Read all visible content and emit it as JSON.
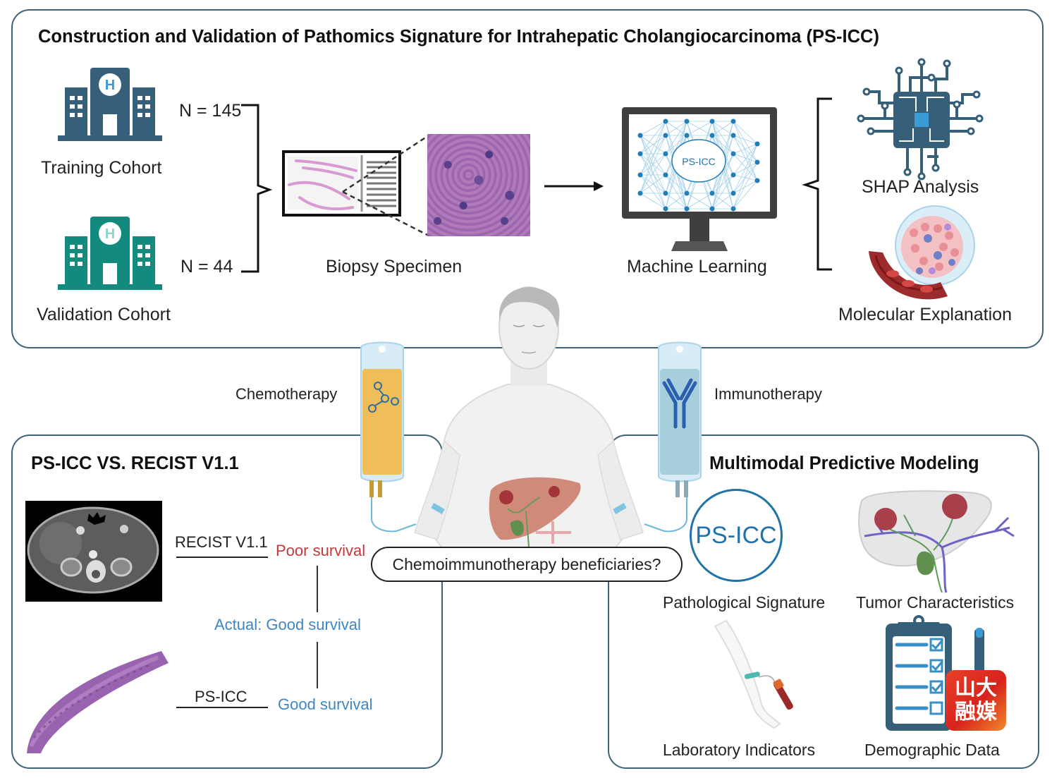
{
  "top_panel": {
    "title": "Construction and Validation of Pathomics Signature for Intrahepatic Cholangiocarcinoma (PS-ICC)",
    "training": {
      "label": "Training Cohort",
      "n": "N = 145",
      "icon_letter": "H"
    },
    "validation": {
      "label": "Validation Cohort",
      "n": "N = 44",
      "icon_letter": "H"
    },
    "biopsy_label": "Biopsy Specimen",
    "ml_label": "Machine Learning",
    "ml_screen_text": "PS-ICC",
    "shap_label": "SHAP Analysis",
    "molecular_label": "Molecular Explanation"
  },
  "center": {
    "chemo_label": "Chemotherapy",
    "immuno_label": "Immunotherapy",
    "question": "Chemoimmunotherapy beneficiaries?"
  },
  "left_panel": {
    "title": "PS-ICC VS. RECIST V1.1",
    "recist_label": "RECIST V1.1",
    "recist_outcome": "Poor survival",
    "actual_outcome": "Actual: Good survival",
    "psicc_label": "PS-ICC",
    "psicc_outcome": "Good survival"
  },
  "right_panel": {
    "title": "Multimodal Predictive Modeling",
    "circle_text": "PS-ICC",
    "items": [
      {
        "label": "Pathological Signature"
      },
      {
        "label": "Tumor Characteristics"
      },
      {
        "label": "Laboratory Indicators"
      },
      {
        "label": "Demographic Data"
      }
    ]
  },
  "watermark": {
    "line1": "山大",
    "line2": "融媒"
  },
  "colors": {
    "panel_border": "#3d6476",
    "training_building": "#365f7a",
    "validation_building": "#128a7e",
    "poor": "#c0393b",
    "good": "#3f86c4",
    "psicc_blue": "#1f73a8"
  }
}
